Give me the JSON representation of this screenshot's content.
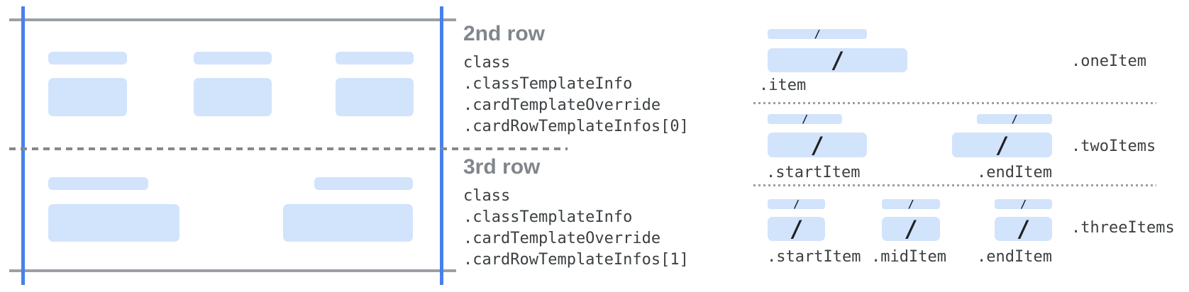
{
  "middle": {
    "row2": {
      "heading": "2nd row",
      "lines": [
        "class",
        ".classTemplateInfo",
        ".cardTemplateOverride",
        ".cardRowTemplateInfos[0]"
      ]
    },
    "row3": {
      "heading": "3rd row",
      "lines": [
        "class",
        ".classTemplateInfo",
        ".cardTemplateOverride",
        ".cardRowTemplateInfos[1]"
      ]
    }
  },
  "right": {
    "slash": "/",
    "one": {
      "item_label": ".item",
      "name": ".oneItem"
    },
    "two": {
      "start_label": ".startItem",
      "end_label": ".endItem",
      "name": ".twoItems"
    },
    "three": {
      "start_label": ".startItem",
      "mid_label": ".midItem",
      "end_label": ".endItem",
      "name": ".threeItems"
    }
  },
  "colors": {
    "edge_line_blue": "#4780ee",
    "frame_line_gray": "#9aa0a6",
    "dashed_divider_gray": "#85888c",
    "dotted_divider_gray": "#9aa0a6",
    "bar_fill_blue": "#d2e3fc",
    "heading_gray": "#80868b",
    "code_text": "#3c4043",
    "slash_ink": "#202124"
  }
}
